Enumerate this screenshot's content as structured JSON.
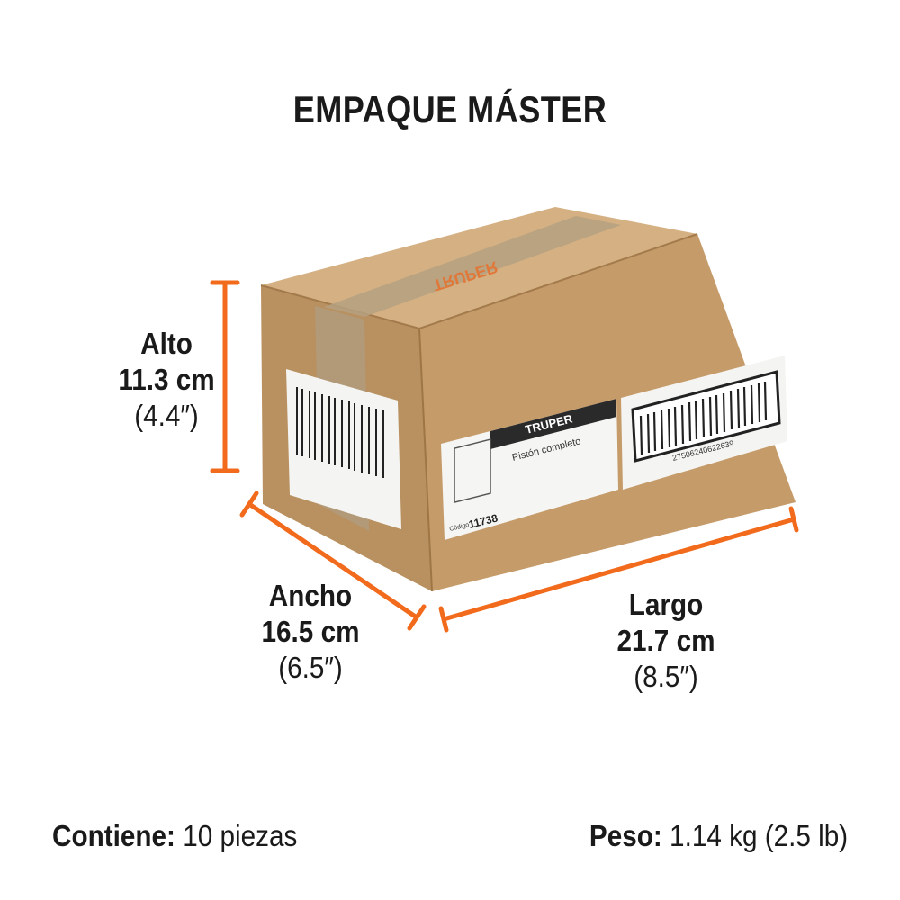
{
  "title": "EMPAQUE MÁSTER",
  "dimensions": {
    "alto": {
      "label": "Alto",
      "metric": "11.3 cm",
      "imperial": "(4.4″)"
    },
    "ancho": {
      "label": "Ancho",
      "metric": "16.5 cm",
      "imperial": "(6.5″)"
    },
    "largo": {
      "label": "Largo",
      "metric": "21.7 cm",
      "imperial": "(8.5″)"
    }
  },
  "footer": {
    "contiene_label": "Contiene:",
    "contiene_value": " 10 piezas",
    "peso_label": "Peso:",
    "peso_value": " 1.14 kg (2.5 lb)"
  },
  "box_label": {
    "brand": "TRUPER",
    "product": "Pistón completo",
    "code_label": "Código",
    "code": "11738",
    "barcode_number": "27506240622639",
    "tape_brand": "TRUPER"
  },
  "colors": {
    "accent": "#F26A1B",
    "cardboard_front": "#C49A6C",
    "cardboard_side": "#B78C5E",
    "cardboard_top": "#D2AE82",
    "text": "#1A1A1A"
  }
}
